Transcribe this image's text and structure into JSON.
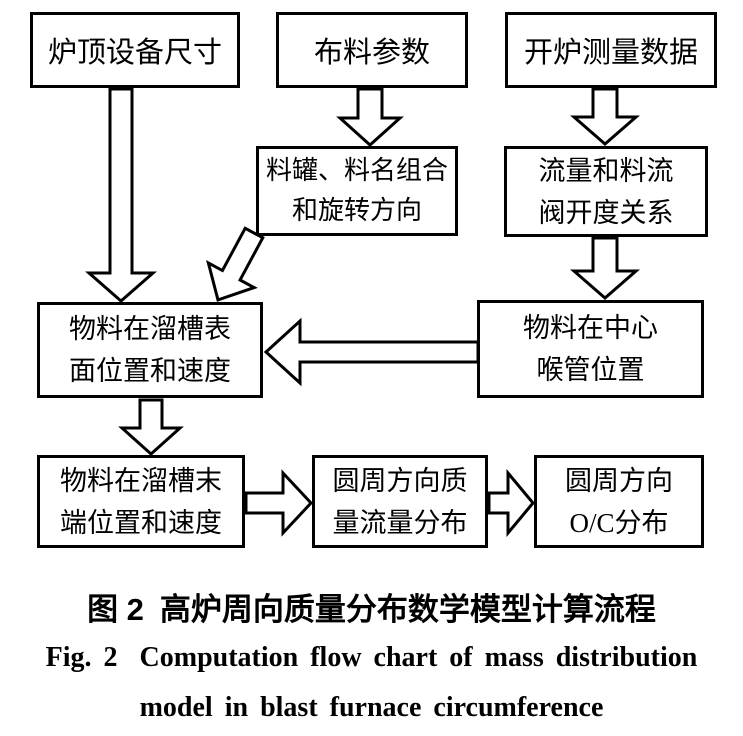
{
  "figure": {
    "boxes": [
      {
        "id": "top-equipment",
        "lines": [
          "炉顶设备尺寸"
        ]
      },
      {
        "id": "charging-params",
        "lines": [
          "布料参数"
        ]
      },
      {
        "id": "startup-data",
        "lines": [
          "开炉测量数据"
        ]
      },
      {
        "id": "hopper-combo",
        "lines": [
          "料罐、料名组合",
          "和旋转方向"
        ]
      },
      {
        "id": "flow-valve",
        "lines": [
          "流量和料流",
          "阀开度关系"
        ]
      },
      {
        "id": "chute-surface",
        "lines": [
          "物料在溜槽表",
          "面位置和速度"
        ]
      },
      {
        "id": "throat-position",
        "lines": [
          "物料在中心",
          "喉管位置"
        ]
      },
      {
        "id": "chute-tip",
        "lines": [
          "物料在溜槽末",
          "端位置和速度"
        ]
      },
      {
        "id": "circ-mass",
        "lines": [
          "圆周方向质",
          "量流量分布"
        ]
      },
      {
        "id": "circ-oc",
        "lines": [
          "圆周方向",
          "O/C分布"
        ]
      }
    ],
    "caption": {
      "zh_label": "图 2",
      "zh_text": "高炉周向质量分布数学模型计算流程",
      "en_label": "Fig. 2",
      "en_line1": "Computation flow chart of mass distribution",
      "en_line2": "model in blast furnace circumference"
    },
    "colors": {
      "line": "#000000",
      "background": "#ffffff"
    }
  }
}
